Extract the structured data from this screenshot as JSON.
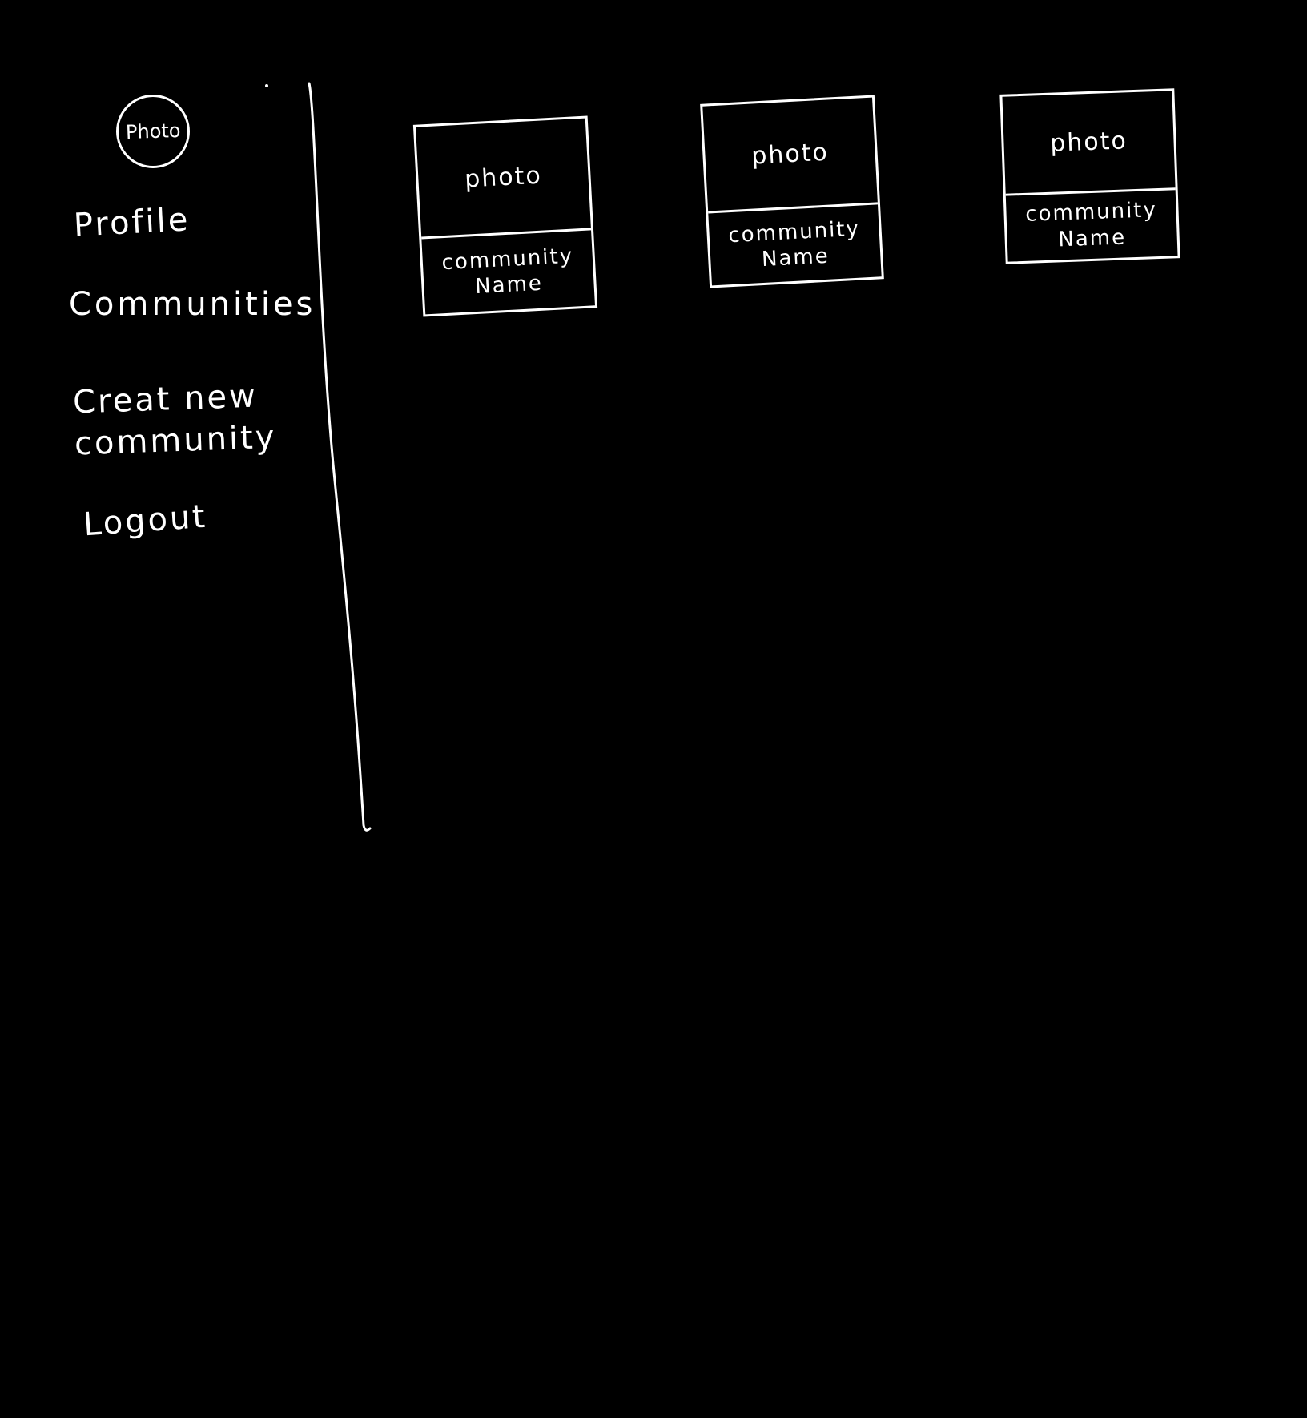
{
  "sidebar": {
    "avatar": {
      "label": "Photo"
    },
    "nav": {
      "profile": "Profile",
      "communities": "Communities",
      "create_new_community": "Creat new community",
      "logout": "Logout"
    }
  },
  "main": {
    "cards": [
      {
        "photo_label": "photo",
        "name": "community Name"
      },
      {
        "photo_label": "photo",
        "name": "community Name"
      },
      {
        "photo_label": "photo",
        "name": "community Name"
      }
    ]
  },
  "colors": {
    "background": "#000000",
    "ink": "#ffffff"
  }
}
